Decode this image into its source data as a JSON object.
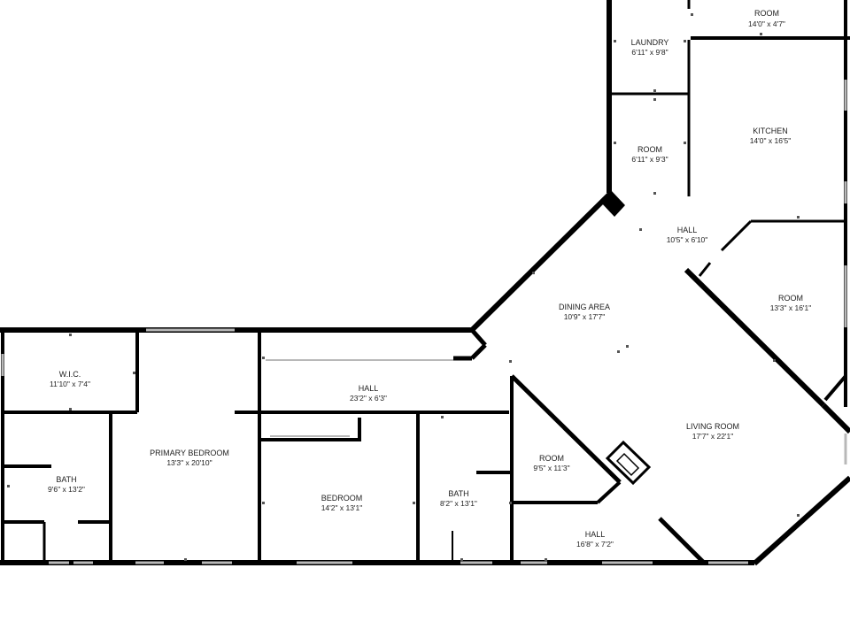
{
  "rooms": [
    {
      "name": "ROOM",
      "dims": "14'0\" x 4'7\""
    },
    {
      "name": "LAUNDRY",
      "dims": "6'11\" x 9'8\""
    },
    {
      "name": "KITCHEN",
      "dims": "14'0\" x 16'5\""
    },
    {
      "name": "ROOM",
      "dims": "6'11\" x 9'3\""
    },
    {
      "name": "HALL",
      "dims": "10'5\" x 6'10\""
    },
    {
      "name": "ROOM",
      "dims": "13'3\" x 16'1\""
    },
    {
      "name": "DINING AREA",
      "dims": "10'9\" x 17'7\""
    },
    {
      "name": "W.I.C.",
      "dims": "11'10\" x 7'4\""
    },
    {
      "name": "HALL",
      "dims": "23'2\" x 6'3\""
    },
    {
      "name": "LIVING ROOM",
      "dims": "17'7\" x 22'1\""
    },
    {
      "name": "PRIMARY BEDROOM",
      "dims": "13'3\" x 20'10\""
    },
    {
      "name": "ROOM",
      "dims": "9'5\" x 11'3\""
    },
    {
      "name": "BATH",
      "dims": "9'6\" x 13'2\""
    },
    {
      "name": "BEDROOM",
      "dims": "14'2\" x 13'1\""
    },
    {
      "name": "BATH",
      "dims": "8'2\" x 13'1\""
    },
    {
      "name": "HALL",
      "dims": "16'8\" x 7'2\""
    }
  ],
  "colors": {
    "wall": "#000000",
    "window": "#b8b8b8",
    "text": "#222222"
  }
}
